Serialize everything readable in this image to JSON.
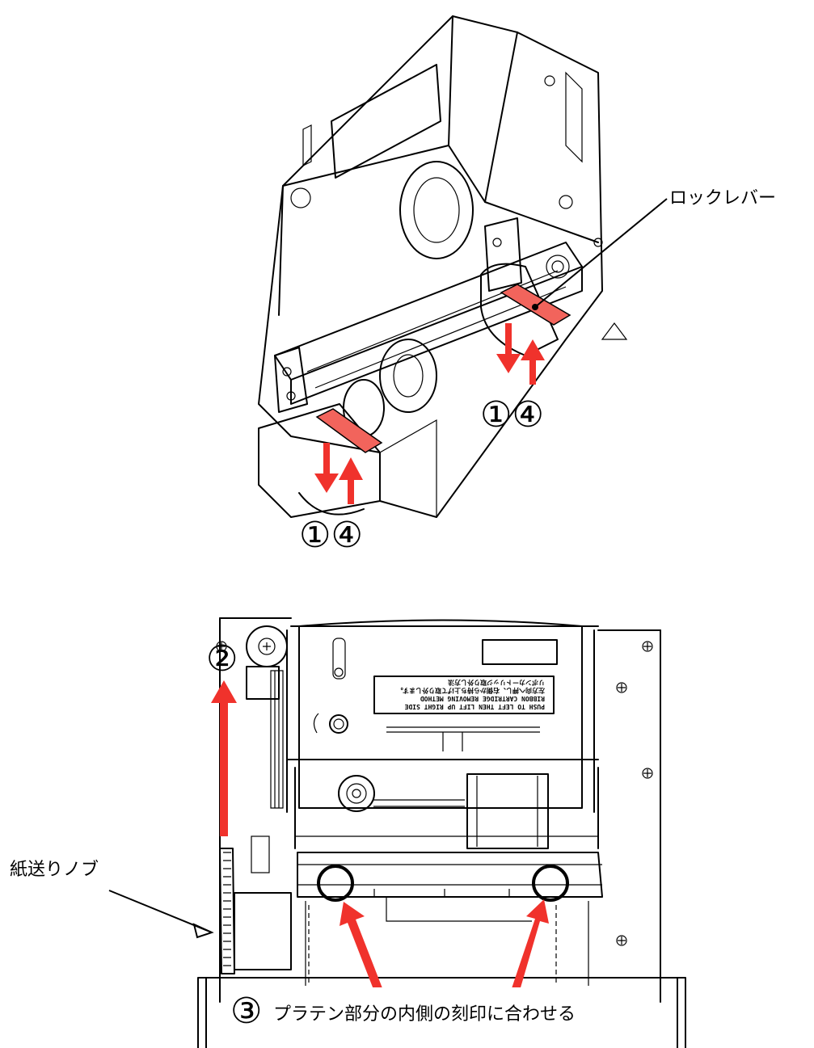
{
  "labels": {
    "lock_lever": "ロックレバー",
    "paper_feed_knob": "紙送りノブ",
    "platen_instruction": "プラテン部分の内側の刻印に合わせる"
  },
  "steps": {
    "remove_install_right": "①④",
    "remove_install_left": "①④",
    "lift": "②",
    "align": "③"
  },
  "sticker": {
    "line1": "PUSH TO LEFT THEN LIFT UP RIGHT SIDE",
    "line2": "RIBBON CARTRIDGE REMOVING METHOD",
    "line3": "左方向へ押し、右側から持ち上げて取り外します。",
    "line4": "リボンカートリッジ取り外し方法"
  },
  "colors": {
    "highlight": "#f0322c",
    "lever_fill": "#f2645c",
    "line": "#000000",
    "background": "#ffffff"
  },
  "icons": {
    "arrow": "red-arrow",
    "alignment_marker": "black-circle"
  }
}
